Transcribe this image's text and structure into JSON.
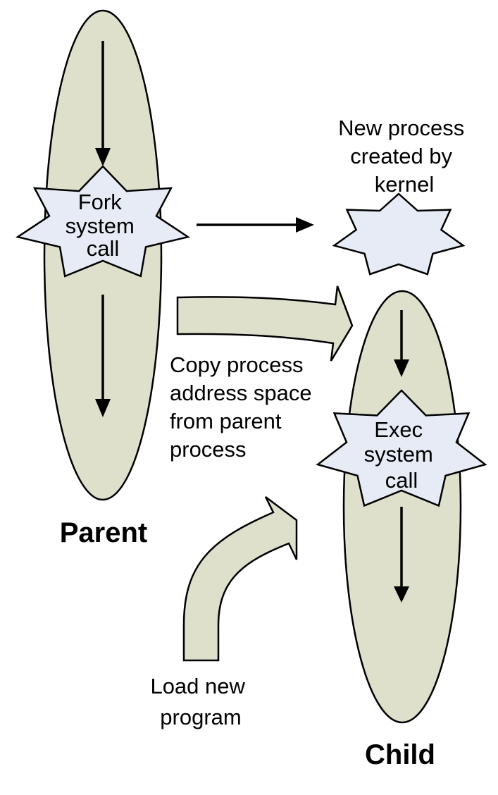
{
  "colors": {
    "process_fill": "#dfe0cc",
    "star_fill": "#e6ebf5",
    "outline": "#000000"
  },
  "parent": {
    "label": "Parent",
    "fork_star": [
      "Fork",
      "system",
      "call"
    ]
  },
  "kernel": {
    "caption": [
      "New process",
      "created by",
      "kernel"
    ]
  },
  "copy_arrow": {
    "caption": [
      "Copy process",
      "address space",
      "from parent",
      "process"
    ]
  },
  "child": {
    "label": "Child",
    "exec_star": [
      "Exec",
      "system",
      "call"
    ]
  },
  "load_arrow": {
    "caption": [
      "Load new",
      "program"
    ]
  }
}
